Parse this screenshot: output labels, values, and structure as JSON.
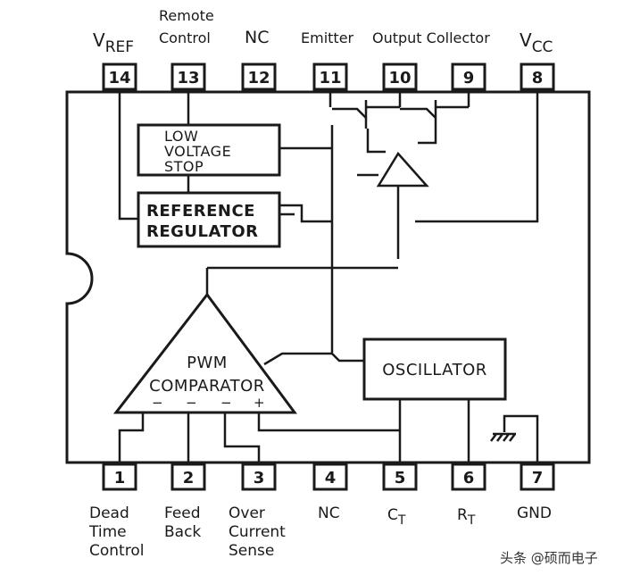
{
  "top_labels": {
    "vref": {
      "main": "V",
      "sub": "REF"
    },
    "remote_control": [
      "Remote",
      "Control"
    ],
    "nc": "NC",
    "emitter": "Emitter",
    "output_collector": "Output Collector",
    "vcc": {
      "main": "V",
      "sub": "CC"
    }
  },
  "top_pins": [
    "14",
    "13",
    "12",
    "11",
    "10",
    "9",
    "8"
  ],
  "bottom_pins": [
    "1",
    "2",
    "3",
    "4",
    "5",
    "6",
    "7"
  ],
  "bottom_labels": {
    "pin1": [
      "Dead",
      "Time",
      "Control"
    ],
    "pin2": [
      "Feed",
      "Back"
    ],
    "pin3": [
      "Over",
      "Current",
      "Sense"
    ],
    "pin4": "NC",
    "pin5": {
      "main": "C",
      "sub": "T"
    },
    "pin6": {
      "main": "R",
      "sub": "T"
    },
    "pin7": "GND"
  },
  "blocks": {
    "low_voltage_stop": [
      "LOW",
      "VOLTAGE",
      "STOP"
    ],
    "reference_regulator": [
      "REFERENCE",
      "REGULATOR"
    ],
    "pwm_comparator": [
      "PWM",
      "COMPARATOR"
    ],
    "oscillator": "OSCILLATOR"
  },
  "comparator_inputs": [
    "−",
    "−",
    "−",
    "+"
  ],
  "watermark": "头条 @硕而电子"
}
